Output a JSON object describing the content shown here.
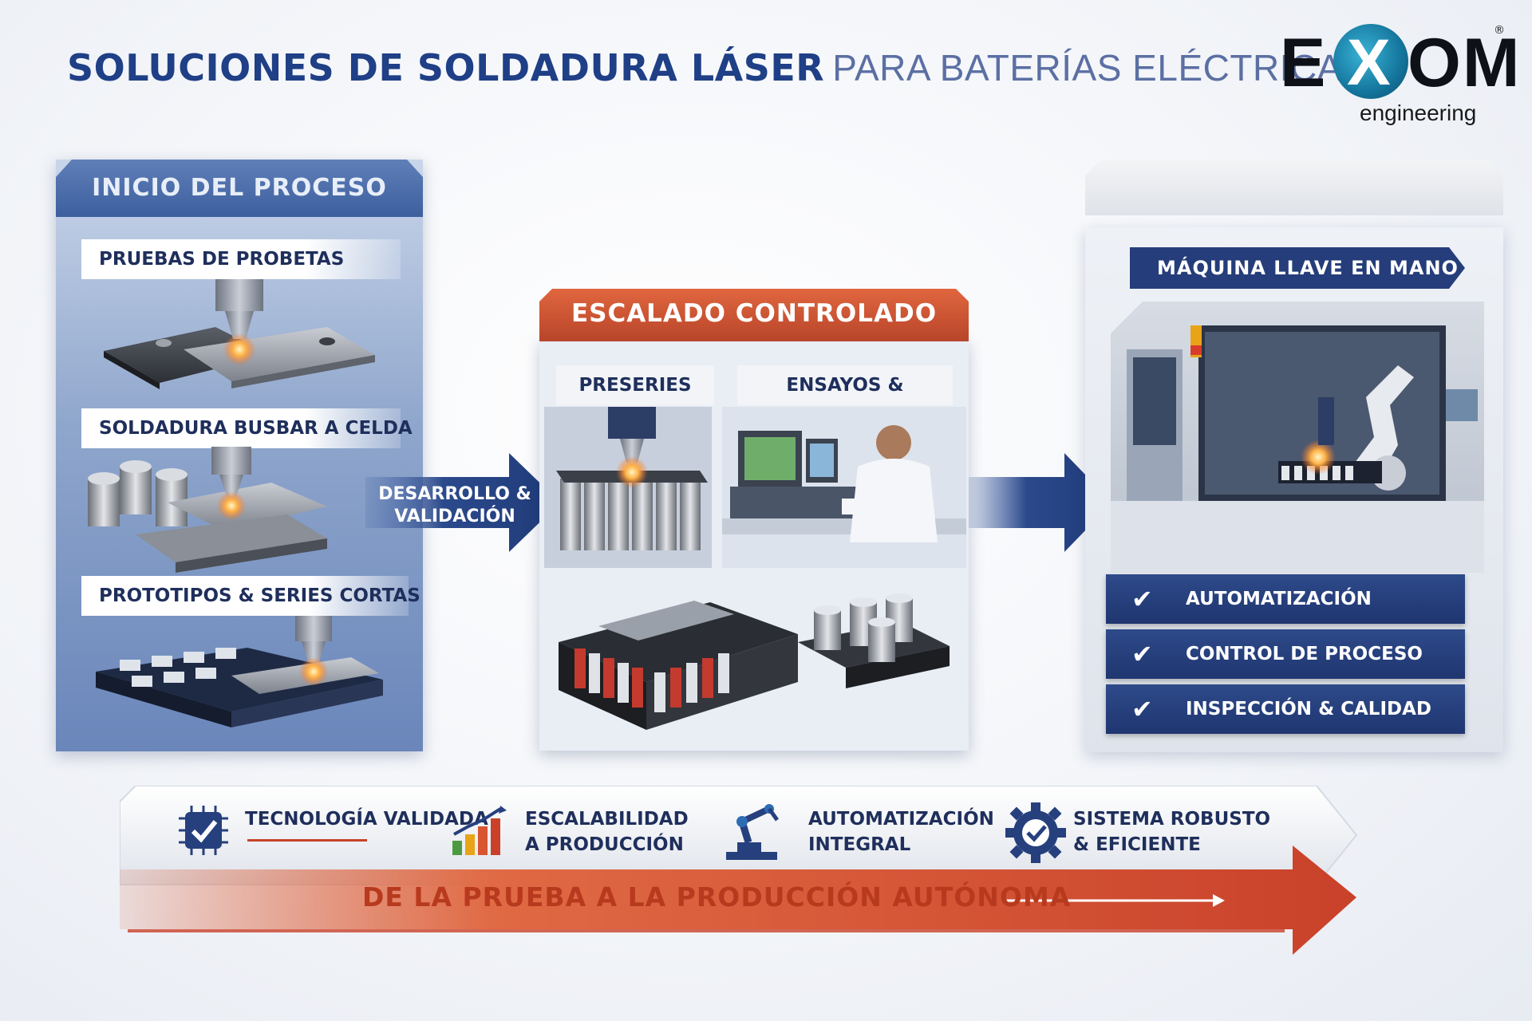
{
  "header": {
    "title_bold": "SOLUCIONES DE SOLDADURA LÁSER",
    "title_light": "PARA BATERÍAS ELÉCTRICAS",
    "logo_main_e": "E",
    "logo_main_x": "X",
    "logo_main_om": "OM",
    "logo_sub": "engineering",
    "logo_reg": "®"
  },
  "left_panel": {
    "title": "INICIO DEL PROCESO",
    "items": [
      {
        "label": "PRUEBAS DE PROBETAS"
      },
      {
        "label": "SOLDADURA BUSBAR A CELDA"
      },
      {
        "label": "PROTOTIPOS & SERIES CORTAS"
      }
    ]
  },
  "arrow_1": {
    "line1": "DESARROLLO &",
    "line2": "VALIDACIÓN"
  },
  "mid_panel": {
    "title": "ESCALADO CONTROLADO",
    "labels": [
      "PRESERIES",
      "ENSAYOS & PRUEBAS"
    ]
  },
  "right_panel": {
    "ribbon": "MÁQUINA LLAVE EN MANO",
    "checks": [
      "AUTOMATIZACIÓN",
      "CONTROL DE PROCESO",
      "INSPECCIÓN & CALIDAD"
    ]
  },
  "features": [
    {
      "icon": "chip-check-icon",
      "line1": "TECNOLOGÍA VALIDADA",
      "line2": ""
    },
    {
      "icon": "bar-growth-icon",
      "line1": "ESCALABILIDAD",
      "line2": "A PRODUCCIÓN"
    },
    {
      "icon": "robot-arm-icon",
      "line1": "AUTOMATIZACIÓN",
      "line2": "INTEGRAL"
    },
    {
      "icon": "gear-check-icon",
      "line1": "SISTEMA ROBUSTO",
      "line2": "& EFICIENTE"
    }
  ],
  "bottom_title": "DE LA PRUEBA A LA PRODUCCIÓN AUTÓNOMA",
  "colors": {
    "navy": "#1f3f86",
    "accent_orange": "#d8552f",
    "panel_blue": "#6a86ba"
  }
}
